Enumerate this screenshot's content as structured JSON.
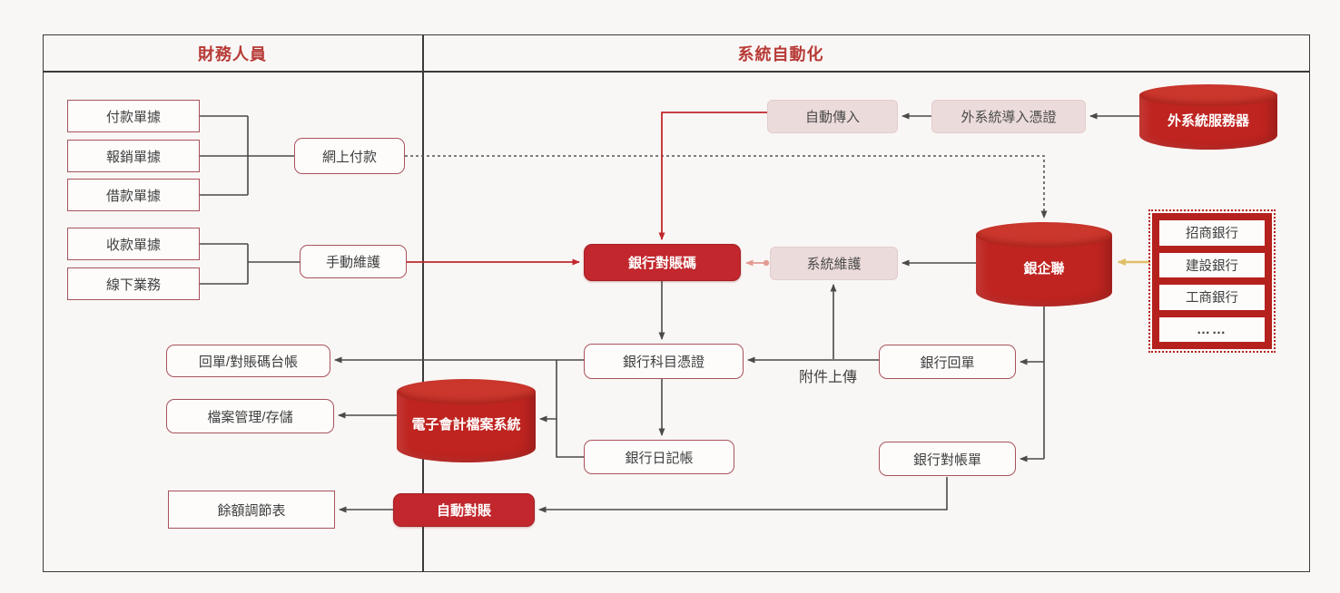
{
  "lanes": {
    "finance": "財務人員",
    "automation": "系統自動化"
  },
  "nodes": {
    "payment_doc": "付款單據",
    "reimburse_doc": "報銷單據",
    "loan_doc": "借款單據",
    "receipt_doc": "收款單據",
    "offline_biz": "線下業務",
    "online_payment": "網上付款",
    "manual_maintain": "手動維護",
    "auto_import": "自動傳入",
    "ext_voucher_import": "外系統導入憑證",
    "ext_server": "外系統服務器",
    "bank_recon_code": "銀行對賬碼",
    "system_maintain": "系統維護",
    "bank_ent_link": "銀企聯",
    "receipt_ledger": "回單/對賬碼台帳",
    "bank_subject_voucher": "銀行科目憑證",
    "bank_receipt": "銀行回單",
    "file_mgmt": "檔案管理/存儲",
    "e_accounting_archive": "電子會計檔案系統",
    "bank_journal": "銀行日記帳",
    "bank_statement": "銀行對帳單",
    "balance_sheet": "餘額調節表",
    "auto_recon": "自動對賬"
  },
  "banks_panel": {
    "items": [
      "招商銀行",
      "建設銀行",
      "工商銀行",
      "……"
    ]
  },
  "edge_labels": {
    "attachment_upload": "附件上傳"
  },
  "colors": {
    "accent_red": "#c1272d",
    "pink_fill": "#ecdbdb",
    "box_border": "#a8525c",
    "line": "#4a4a4a",
    "yellow_arrow": "#dfc067",
    "header_text": "#b73a36"
  }
}
